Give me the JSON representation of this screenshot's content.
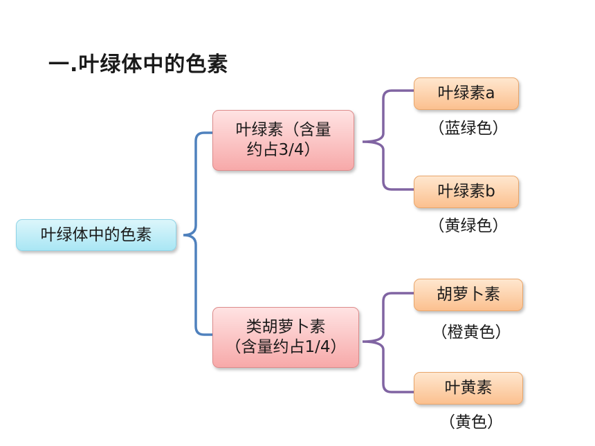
{
  "title": "一.叶绿体中的色素",
  "root": {
    "label": "叶绿体中的色素"
  },
  "groups": [
    {
      "line1": "叶绿素（含量",
      "line2": "约占3/4）",
      "children": [
        {
          "label": "叶绿素a",
          "color_note": "（蓝绿色）"
        },
        {
          "label": "叶绿素b",
          "color_note": "（黄绿色）"
        }
      ]
    },
    {
      "line1": "类胡萝卜素",
      "line2": "（含量约占1/4）",
      "children": [
        {
          "label": "胡萝卜素",
          "color_note": "（橙黄色）"
        },
        {
          "label": "叶黄素",
          "color_note": "（黄色）"
        }
      ]
    }
  ],
  "colors": {
    "root_bracket": "#4f81bd",
    "group_bracket": "#8064a2",
    "root_fill": "#a9e6f4",
    "group_fill": "#f7a9a9",
    "leaf_fill": "#fbc08f"
  }
}
